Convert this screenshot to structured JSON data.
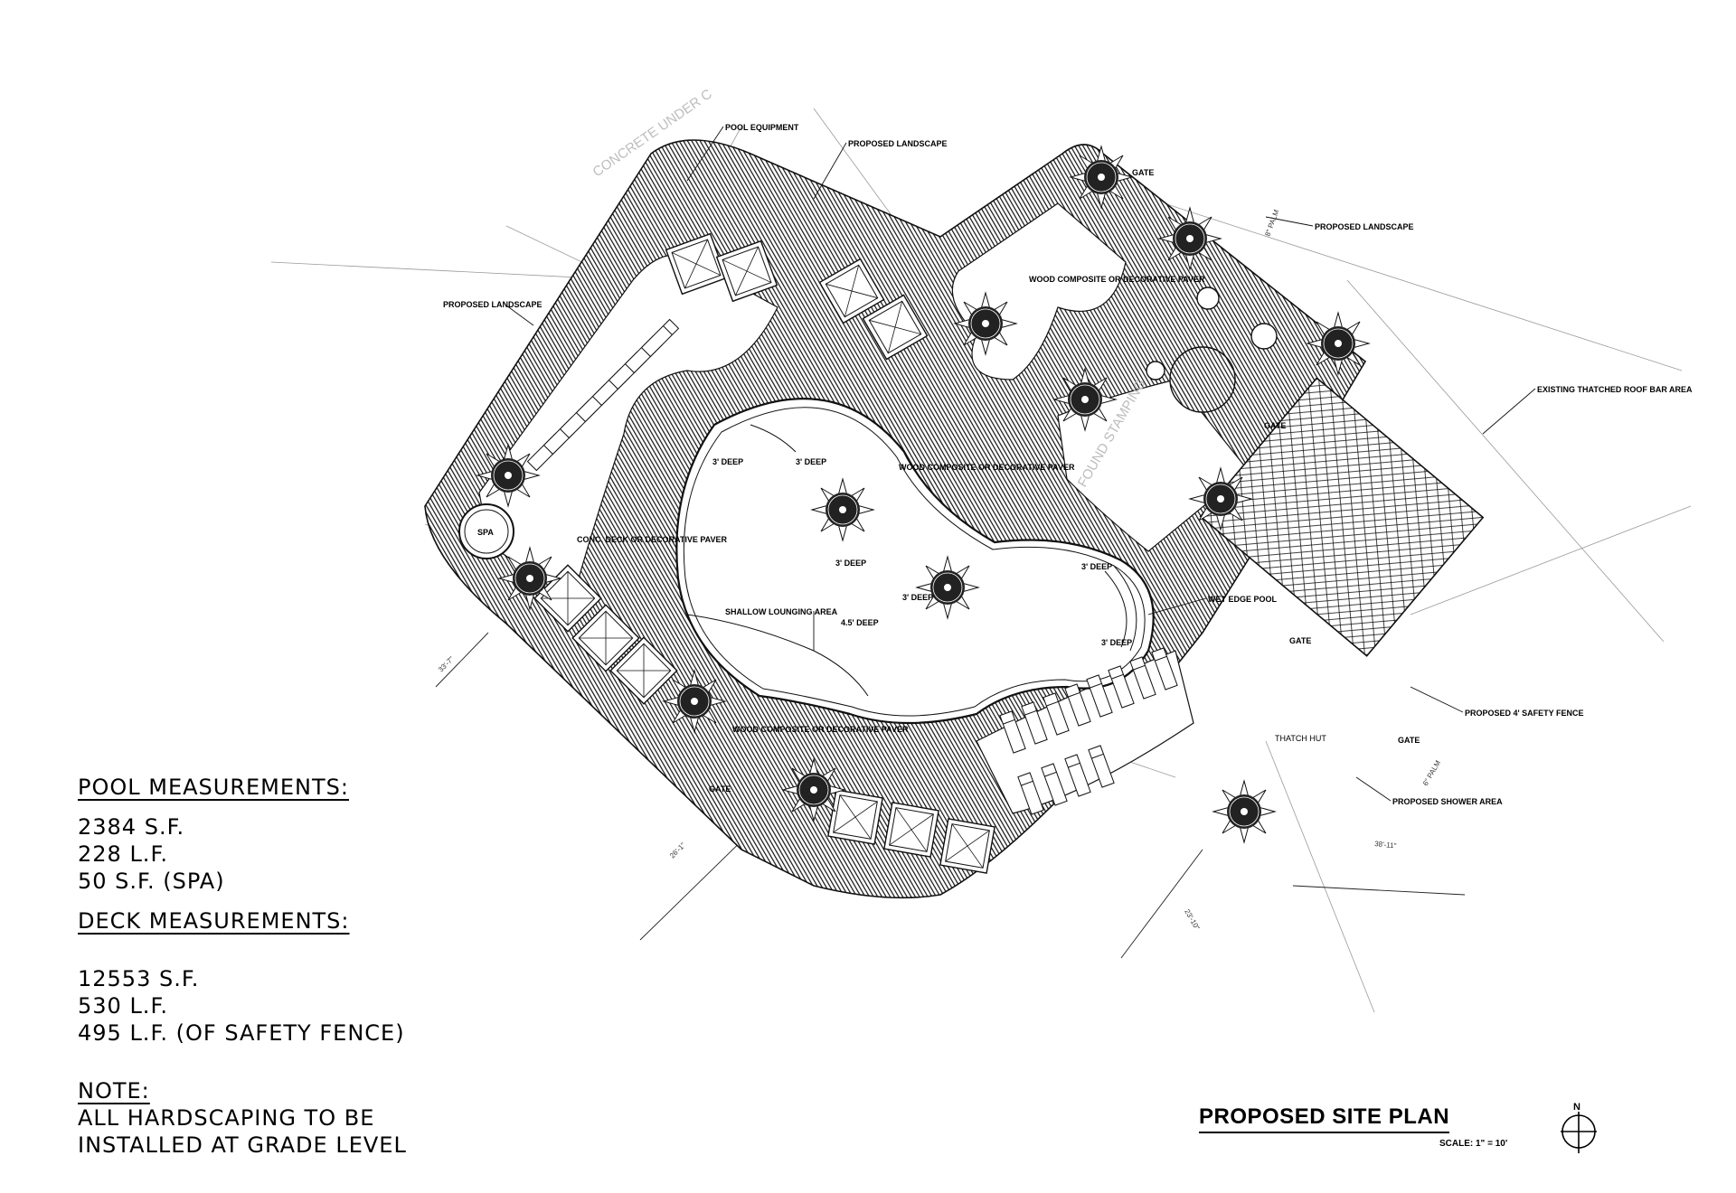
{
  "plan_labels": {
    "pool_equipment": "POOL EQUIPMENT",
    "proposed_landscape_top": "PROPOSED LANDSCAPE",
    "proposed_landscape_left": "PROPOSED LANDSCAPE",
    "proposed_landscape_right": "PROPOSED LANDSCAPE",
    "gate_top": "GATE",
    "gate_bar": "GATE",
    "gate_mid": "GATE",
    "gate_right": "GATE",
    "gate_bottom": "GATE",
    "wood_composite_1": "WOOD COMPOSITE OR DECORATIVE PAVER",
    "wood_composite_2": "WOOD COMPOSITE OR DECORATIVE PAVER",
    "wood_composite_3": "WOOD COMPOSITE OR DECORATIVE PAVER",
    "conc_deck": "CONC. DECK OR DECORATIVE PAVER",
    "spa": "SPA",
    "existing_bar": "EXISTING THATCHED ROOF BAR AREA",
    "wet_edge_pool": "WET EDGE POOL",
    "shallow_lounging": "SHALLOW LOUNGING AREA",
    "safety_fence": "PROPOSED 4' SAFETY FENCE",
    "shower_area": "PROPOSED SHOWER AREA",
    "thatch_hut": "THATCH HUT",
    "depth_3": "3' DEEP",
    "depth_45": "4.5' DEEP",
    "concrete_under": "CONCRETE UNDER C",
    "found_stamping": "FOUND STAMPING",
    "dim_1": "26'-1\"",
    "dim_2": "38'-11\"",
    "dim_3": "23'-10\"",
    "dim_4": "33'-7\"",
    "palm_6": "6\" PALM",
    "palm_8": "8\" PALM"
  },
  "notes": {
    "pool_heading": "POOL MEASUREMENTS:",
    "pool_lines": [
      "2384 S.F.",
      "228 L.F.",
      "50 S.F. (SPA)"
    ],
    "deck_heading": "DECK MEASUREMENTS:",
    "deck_lines": [
      "12553 S.F.",
      "530 L.F.",
      "495 L.F. (OF SAFETY FENCE)"
    ],
    "note_heading": "NOTE:",
    "note_lines": [
      "ALL HARDSCAPING TO BE",
      "INSTALLED AT GRADE LEVEL"
    ]
  },
  "title_block": {
    "title": "PROPOSED SITE PLAN",
    "scale": "SCALE: 1\" = 10'",
    "north": "N"
  }
}
